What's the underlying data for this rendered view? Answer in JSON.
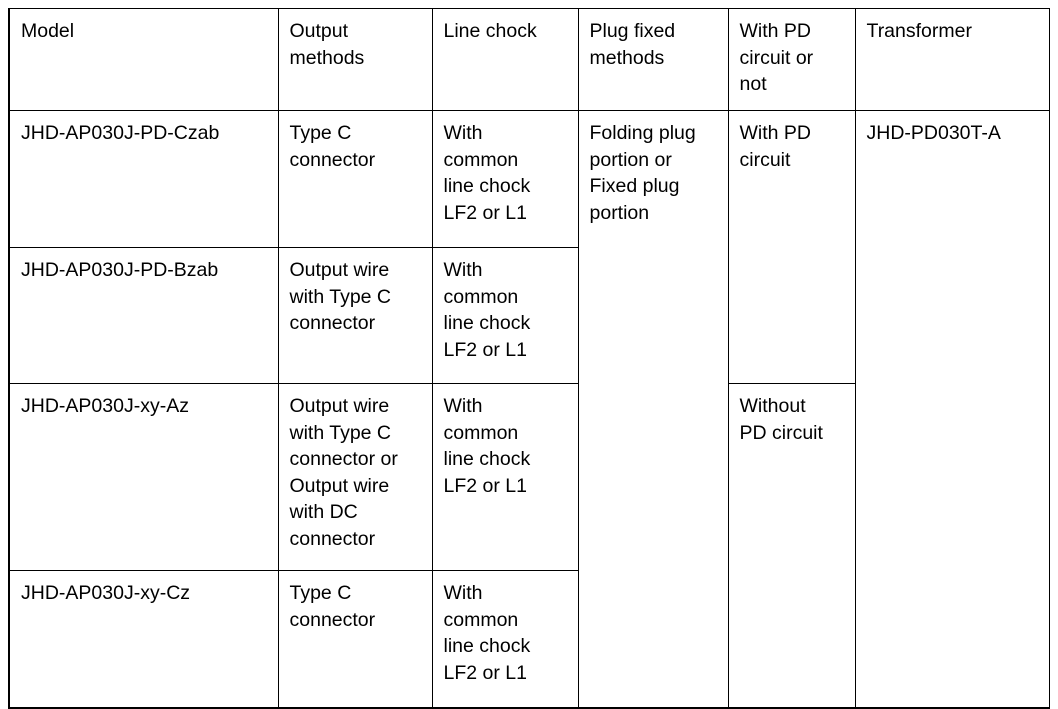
{
  "table": {
    "columns": [
      "Model",
      "Output\nmethods",
      "Line chock",
      "Plug fixed\nmethods",
      "With PD\ncircuit or\nnot",
      "Transformer"
    ],
    "rows": [
      {
        "model": "JHD-AP030J-PD-Czab",
        "output_methods": "Type C\nconnector",
        "line_chock": "With\ncommon\nline chock\nLF2 or L1"
      },
      {
        "model": "JHD-AP030J-PD-Bzab",
        "output_methods": "Output wire\nwith Type C\nconnector",
        "line_chock": "With\ncommon\nline chock\nLF2 or L1"
      },
      {
        "model": "JHD-AP030J-xy-Az",
        "output_methods": "Output wire\nwith Type C\nconnector or\nOutput wire\nwith DC\nconnector",
        "line_chock": "With\ncommon\nline chock\nLF2 or L1"
      },
      {
        "model": "JHD-AP030J-xy-Cz",
        "output_methods": "Type C\nconnector",
        "line_chock": "With\ncommon\nline chock\nLF2 or L1"
      }
    ],
    "merged": {
      "plug_fixed_methods": "Folding plug\nportion or\nFixed plug\nportion",
      "pd_circuit_with": "With PD\ncircuit",
      "pd_circuit_without": "Without\nPD circuit",
      "transformer": "JHD-PD030T-A"
    }
  },
  "colors": {
    "border": "#000000",
    "text": "#000000",
    "background": "#ffffff"
  }
}
